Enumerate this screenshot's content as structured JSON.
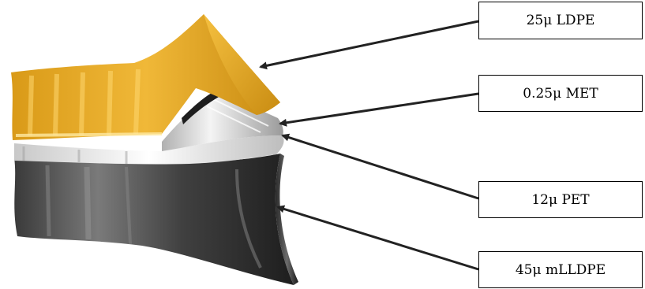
{
  "layers": [
    {
      "label": "25μ LDPE"
    },
    {
      "label": "0.25μ MET"
    },
    {
      "label": "12μ PET"
    },
    {
      "label": "45μ mLLDPE"
    }
  ],
  "colors": {
    "ldpe": "#E8A820",
    "met": "#D8D8D8",
    "pet": "#F2F2F2",
    "mlldpe": "#505050",
    "arrow": "#222222"
  }
}
